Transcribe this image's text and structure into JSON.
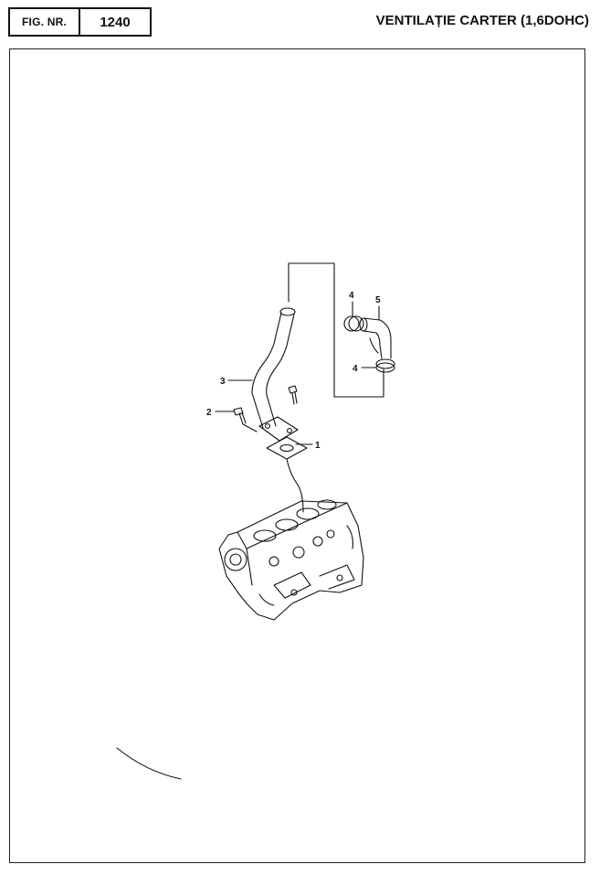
{
  "header": {
    "fig_label": "FIG. NR.",
    "fig_number": "1240",
    "title": "VENTILAȚIE CARTER (1,6DOHC)"
  },
  "callouts": {
    "c1": "1",
    "c2": "2",
    "c3": "3",
    "c4a": "4",
    "c4b": "4",
    "c5": "5"
  }
}
